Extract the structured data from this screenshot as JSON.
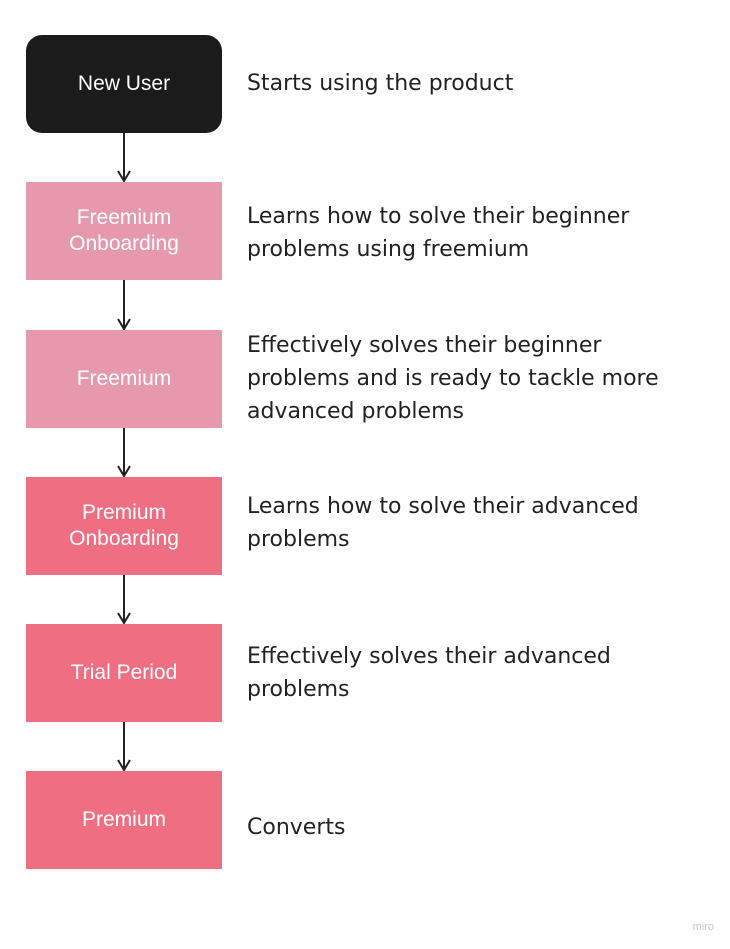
{
  "colors": {
    "dark": "#1b1b1b",
    "light_pink": "#e699ad",
    "pink": "#f06e81",
    "arrow": "#222222"
  },
  "steps": [
    {
      "label": "New User",
      "description": "Starts using the product",
      "color": "dark"
    },
    {
      "label": "Freemium\nOnboarding",
      "description": "Learns how to solve their beginner problems using freemium",
      "color": "light_pink"
    },
    {
      "label": "Freemium",
      "description": "Effectively solves their beginner problems and is ready to tackle more advanced problems",
      "color": "light_pink"
    },
    {
      "label": "Premium\nOnboarding",
      "description": "Learns how to solve their advanced problems",
      "color": "pink"
    },
    {
      "label": "Trial Period",
      "description": "Effectively solves their advanced problems",
      "color": "pink"
    },
    {
      "label": "Premium",
      "description": "Converts",
      "color": "pink"
    }
  ],
  "watermark": "miro"
}
